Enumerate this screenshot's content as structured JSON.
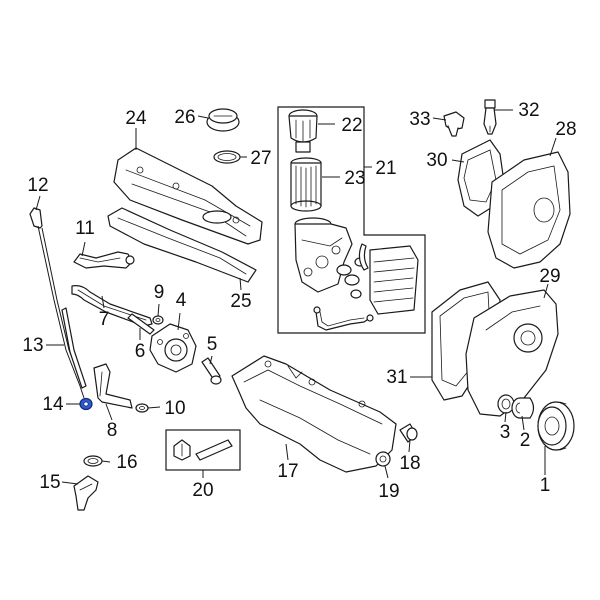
{
  "diagram": {
    "highlight_color": "#2f58d1",
    "line_color": "#1a1a1a",
    "callouts": {
      "c1": "1",
      "c2": "2",
      "c3": "3",
      "c4": "4",
      "c5": "5",
      "c6": "6",
      "c7": "7",
      "c8": "8",
      "c9": "9",
      "c10": "10",
      "c11": "11",
      "c12": "12",
      "c13": "13",
      "c14": "14",
      "c15": "15",
      "c16": "16",
      "c17": "17",
      "c18": "18",
      "c19": "19",
      "c20": "20",
      "c21": "21",
      "c22": "22",
      "c23": "23",
      "c24": "24",
      "c25": "25",
      "c26": "26",
      "c27": "27",
      "c28": "28",
      "c29": "29",
      "c30": "30",
      "c31": "31",
      "c32": "32",
      "c33": "33"
    }
  }
}
